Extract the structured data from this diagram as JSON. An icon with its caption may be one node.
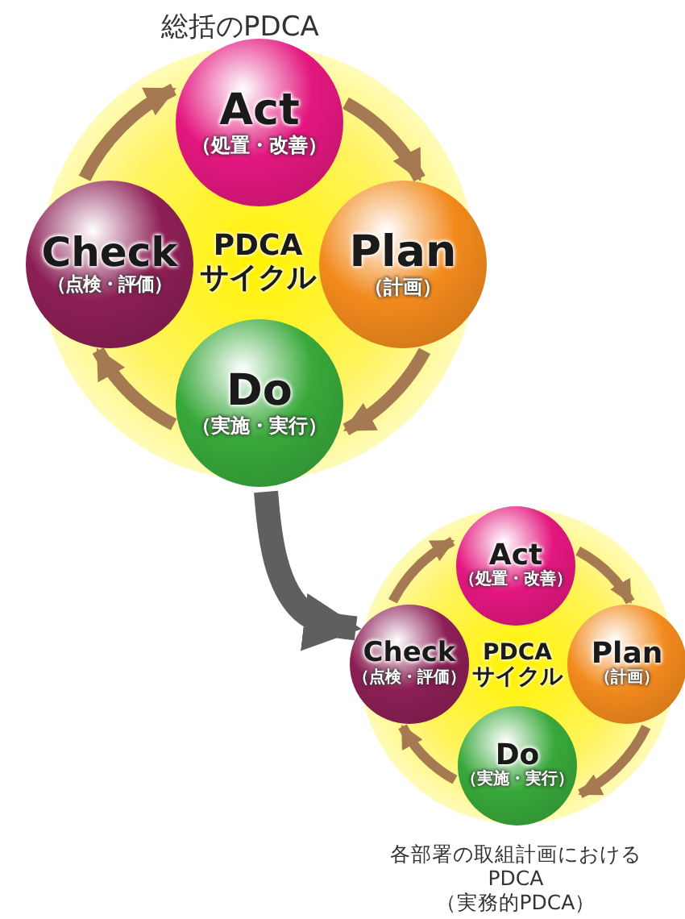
{
  "diagram": {
    "title": "総括のPDCA",
    "nodes": [
      {
        "text": [
          "PDCA",
          "サイクル"
        ]
      },
      {
        "text": [
          "Act",
          "（処置・改善）"
        ]
      },
      {
        "text": [
          "Plan",
          "（計画）"
        ]
      },
      {
        "text": [
          "Do",
          "（実施・実行）"
        ]
      },
      {
        "text": [
          "Check",
          "（点検・評価）"
        ]
      },
      {
        "text": [
          "PDCA",
          "サイクル"
        ],
        "beside": [
          "各部署の取組計画における",
          "PDCA",
          "（実務的PDCA）"
        ]
      },
      {
        "text": [
          "Act",
          "（処置・改善）"
        ]
      },
      {
        "text": [
          "Plan",
          "（計画）"
        ]
      },
      {
        "text": [
          "Do",
          "（実施・実行）"
        ]
      },
      {
        "text": [
          "Check",
          "（点検・評価）"
        ]
      }
    ],
    "edges": [
      {
        "from": 1,
        "to": 2,
        "arrow": "to"
      },
      {
        "from": 2,
        "to": 3,
        "arrow": "to"
      },
      {
        "from": 3,
        "to": 4,
        "arrow": "to"
      },
      {
        "from": 4,
        "to": 1,
        "arrow": "to"
      },
      {
        "from": 3,
        "to": 9,
        "arrow": "to",
        "style": "thick",
        "color": "#5f5f5f"
      },
      {
        "from": 6,
        "to": 7,
        "arrow": "to"
      },
      {
        "from": 7,
        "to": 8,
        "arrow": "to"
      },
      {
        "from": 8,
        "to": 9,
        "arrow": "to"
      },
      {
        "from": 9,
        "to": 6,
        "arrow": "to"
      }
    ]
  }
}
